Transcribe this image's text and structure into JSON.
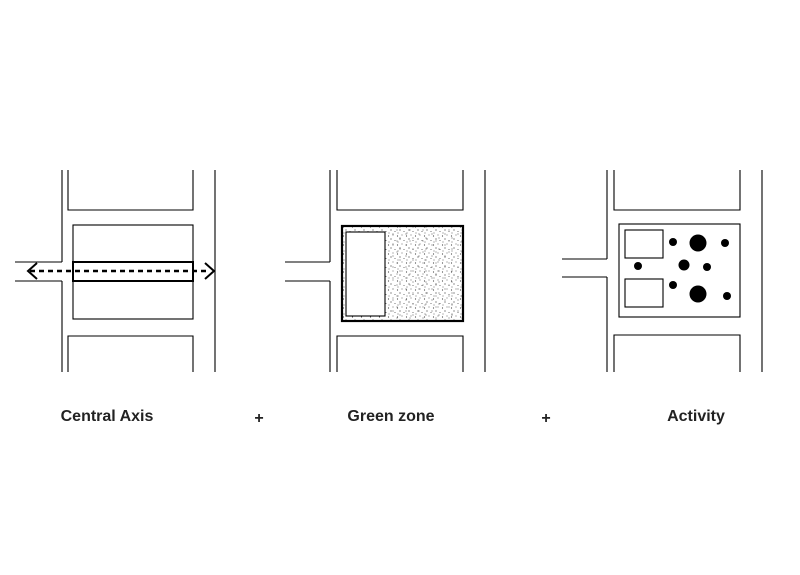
{
  "panels": [
    {
      "label": "Central Axis"
    },
    {
      "label": "Green zone"
    },
    {
      "label": "Activity"
    }
  ],
  "operators": [
    "+",
    "+"
  ],
  "colors": {
    "line": "#000000",
    "stipple": "#444444",
    "text": "#222222"
  }
}
